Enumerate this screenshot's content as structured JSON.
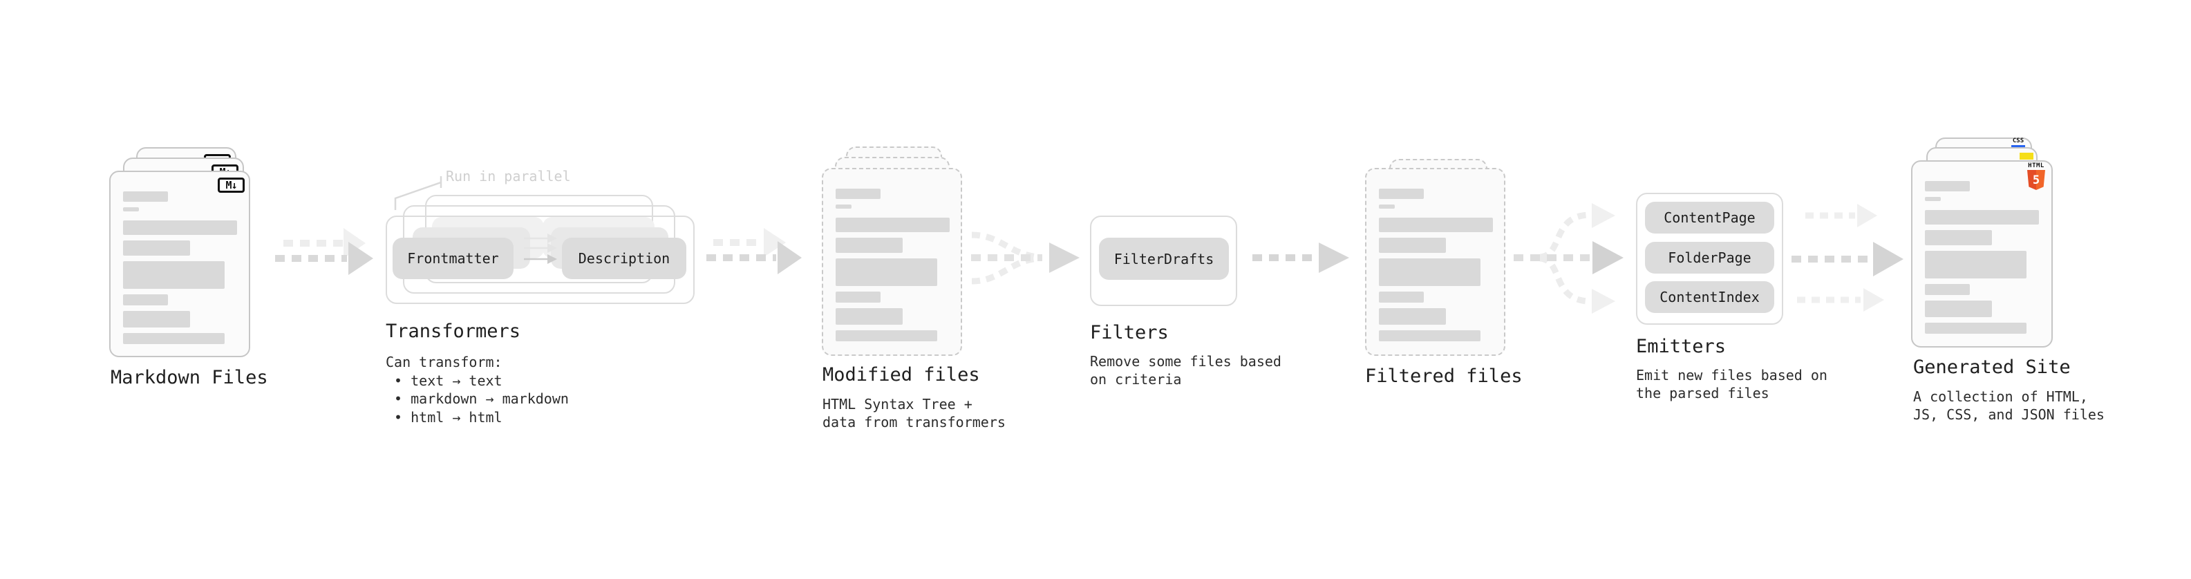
{
  "diagram": {
    "stages": {
      "markdown_files": {
        "title": "Markdown Files",
        "badge": "M↓"
      },
      "transformers": {
        "title": "Transformers",
        "note": "Run in parallel",
        "buttons": [
          "Frontmatter",
          "Description"
        ],
        "body": "Can transform:\n • text → text\n • markdown → markdown\n • html → html"
      },
      "modified_files": {
        "title": "Modified files",
        "body": "HTML Syntax Tree +\ndata from transformers"
      },
      "filters": {
        "title": "Filters",
        "buttons": [
          "FilterDrafts"
        ],
        "body": "Remove some files based\non criteria"
      },
      "filtered_files": {
        "title": "Filtered files"
      },
      "emitters": {
        "title": "Emitters",
        "buttons": [
          "ContentPage",
          "FolderPage",
          "ContentIndex"
        ],
        "body": "Emit new files based on\nthe parsed files"
      },
      "generated_site": {
        "title": "Generated Site",
        "body": "A collection of HTML,\nJS, CSS, and JSON files",
        "badges": {
          "css_label": "CSS",
          "html_label": "HTML",
          "html_number": "5"
        }
      }
    },
    "colors": {
      "html5_orange": "#E44D26",
      "js_yellow": "#F5DE19",
      "css_blue": "#2965F1",
      "page_border": "#C6C6C6",
      "bar_gray": "#D9D9D9",
      "button_gray": "#DCDCDC",
      "note_gray": "#CFCFCF"
    }
  }
}
